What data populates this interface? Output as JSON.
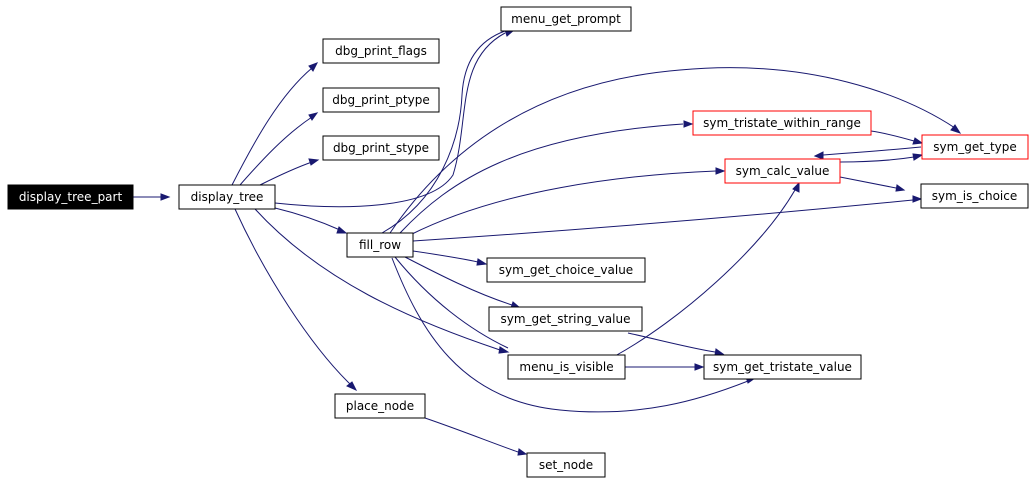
{
  "graph": {
    "edge_color": "#191970",
    "node_border": "#000000",
    "incomplete_border": "#ff0000",
    "root_fill": "#000000",
    "nodes": {
      "display_tree_part": "display_tree_part",
      "display_tree": "display_tree",
      "dbg_print_flags": "dbg_print_flags",
      "dbg_print_ptype": "dbg_print_ptype",
      "dbg_print_stype": "dbg_print_stype",
      "menu_get_prompt": "menu_get_prompt",
      "fill_row": "fill_row",
      "place_node": "place_node",
      "set_node": "set_node",
      "sym_tristate_within_range": "sym_tristate_within_range",
      "sym_get_type": "sym_get_type",
      "sym_calc_value": "sym_calc_value",
      "sym_is_choice": "sym_is_choice",
      "sym_get_choice_value": "sym_get_choice_value",
      "sym_get_string_value": "sym_get_string_value",
      "menu_is_visible": "menu_is_visible",
      "sym_get_tristate_value": "sym_get_tristate_value"
    },
    "edges": [
      [
        "display_tree_part",
        "display_tree"
      ],
      [
        "display_tree",
        "dbg_print_flags"
      ],
      [
        "display_tree",
        "dbg_print_ptype"
      ],
      [
        "display_tree",
        "dbg_print_stype"
      ],
      [
        "display_tree",
        "menu_get_prompt"
      ],
      [
        "display_tree",
        "fill_row"
      ],
      [
        "display_tree",
        "menu_is_visible"
      ],
      [
        "display_tree",
        "place_node"
      ],
      [
        "fill_row",
        "menu_get_prompt"
      ],
      [
        "fill_row",
        "sym_tristate_within_range"
      ],
      [
        "fill_row",
        "sym_get_type"
      ],
      [
        "fill_row",
        "sym_calc_value"
      ],
      [
        "fill_row",
        "sym_is_choice"
      ],
      [
        "fill_row",
        "sym_get_choice_value"
      ],
      [
        "fill_row",
        "sym_get_string_value"
      ],
      [
        "fill_row",
        "menu_is_visible"
      ],
      [
        "fill_row",
        "sym_get_tristate_value"
      ],
      [
        "sym_tristate_within_range",
        "sym_get_type"
      ],
      [
        "sym_get_type",
        "sym_calc_value"
      ],
      [
        "sym_calc_value",
        "sym_get_type"
      ],
      [
        "sym_calc_value",
        "sym_is_choice"
      ],
      [
        "sym_get_string_value",
        "sym_get_tristate_value"
      ],
      [
        "menu_is_visible",
        "sym_calc_value"
      ],
      [
        "menu_is_visible",
        "sym_get_tristate_value"
      ],
      [
        "place_node",
        "set_node"
      ]
    ]
  }
}
